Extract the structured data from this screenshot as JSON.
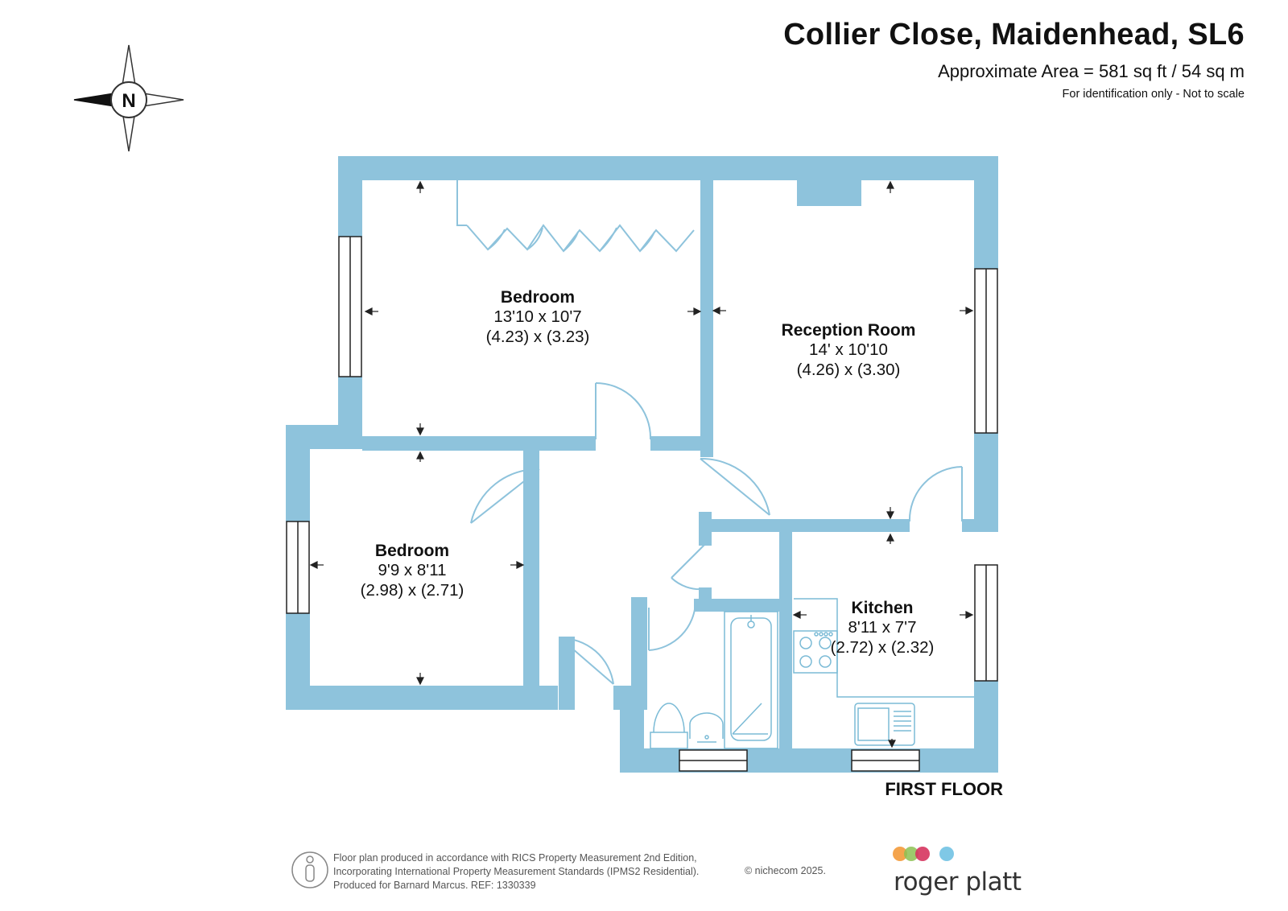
{
  "header": {
    "title": "Collier Close, Maidenhead, SL6",
    "area": "Approximate Area = 581 sq ft / 54 sq m",
    "note": "For identification only - Not to scale"
  },
  "compass": {
    "icon": "compass-north-icon",
    "label": "N"
  },
  "rooms": {
    "bedroom1": {
      "name": "Bedroom",
      "imperial": "13'10 x 10'7",
      "metric": "(4.23) x (3.23)"
    },
    "reception": {
      "name": "Reception Room",
      "imperial": "14' x 10'10",
      "metric": "(4.26) x (3.30)"
    },
    "bedroom2": {
      "name": "Bedroom",
      "imperial": "9'9 x 8'11",
      "metric": "(2.98) x (2.71)"
    },
    "kitchen": {
      "name": "Kitchen",
      "imperial": "8'11 x 7'7",
      "metric": "(2.72) x (2.32)"
    }
  },
  "floor_label": "FIRST FLOOR",
  "footer": {
    "line1": "Floor plan produced in accordance with RICS Property Measurement 2nd Edition,",
    "line2": "Incorporating International Property Measurement Standards (IPMS2 Residential).",
    "line3": "Produced for Barnard Marcus.   REF:  1330339",
    "copyright": "© nichecom 2025.",
    "brand": "roger platt",
    "badge_icon": "person-badge-icon",
    "brand_dot_colors": [
      "#f39a3a",
      "#8cc152",
      "#d6345e",
      "#7fc8e6"
    ]
  },
  "colors": {
    "wall": "#8ec3dc",
    "fixture_line": "#7bbbd6",
    "arrow": "#222222"
  }
}
